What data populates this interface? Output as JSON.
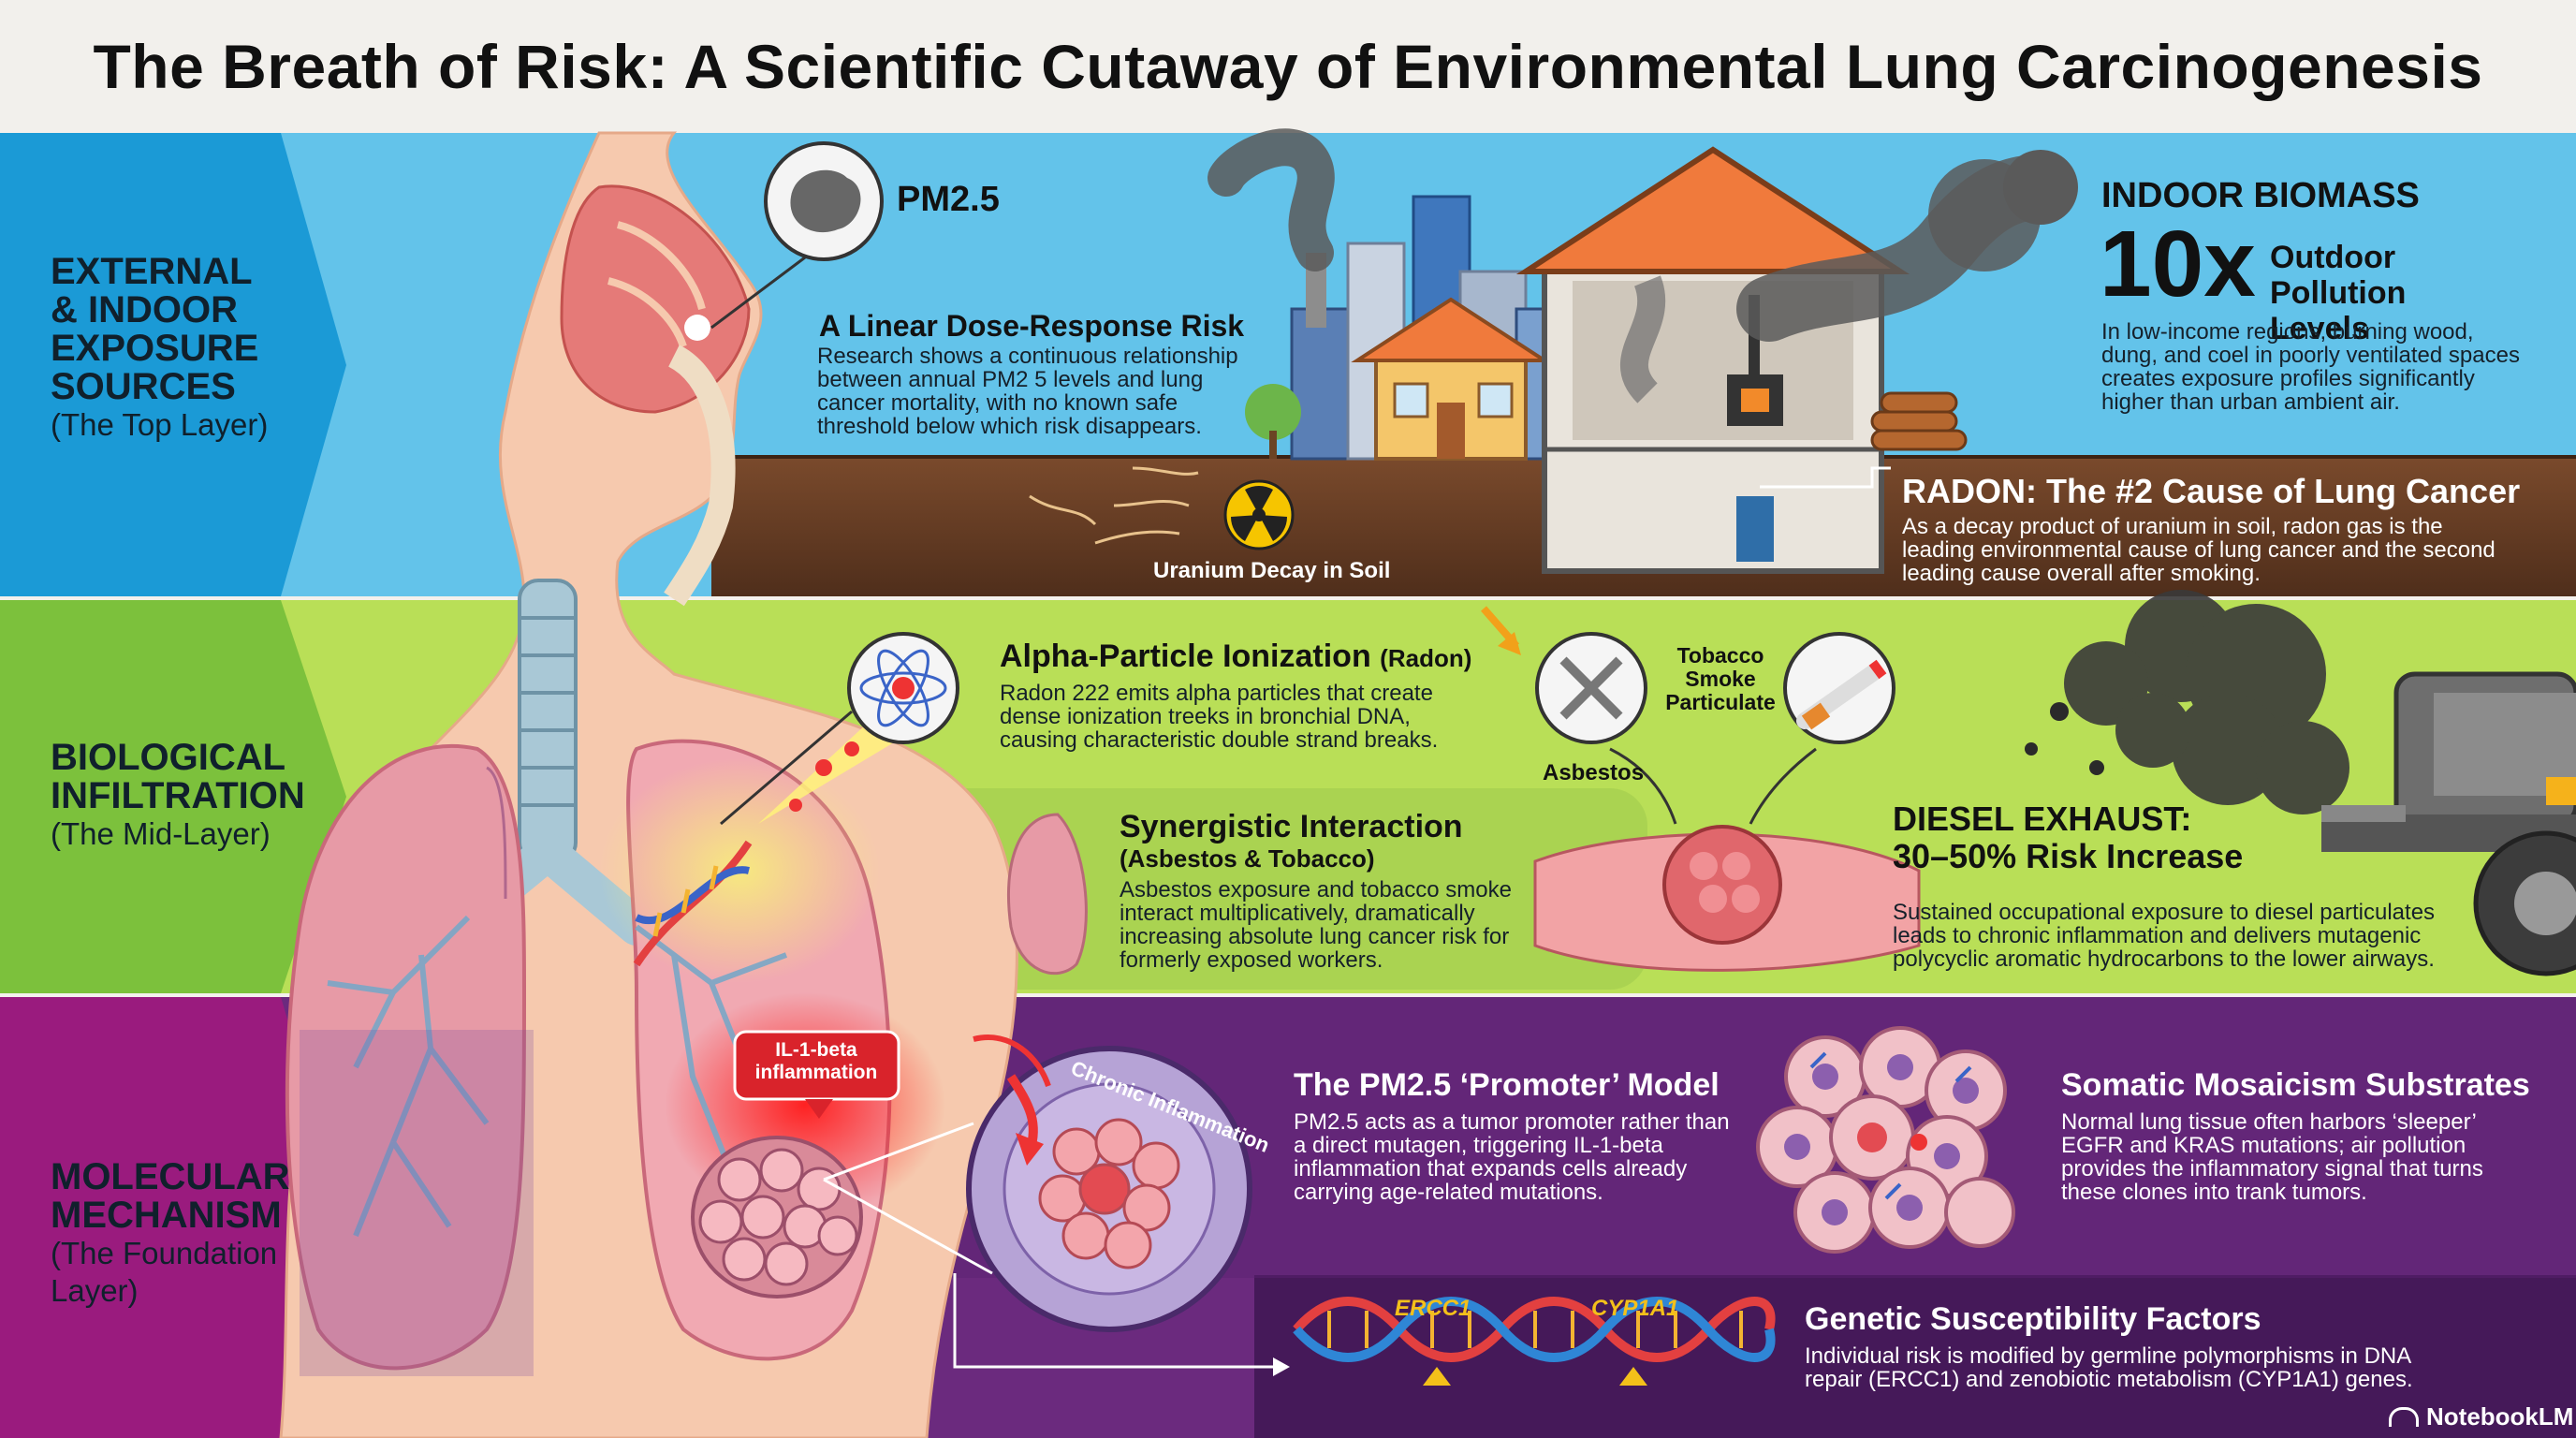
{
  "title": "The Breath of Risk: A Scientific Cutaway of Environmental Lung Carcinogenesis",
  "layers": {
    "top": {
      "label": "EXTERNAL & INDOOR EXPOSURE SOURCES",
      "sublabel": "(The Top Layer)"
    },
    "mid": {
      "label": "BIOLOGICAL INFILTRATION",
      "sublabel": "(The Mid-Layer)"
    },
    "foundation": {
      "label": "MOLECULAR MECHANISM",
      "sublabel": "(The Foundation Layer)"
    }
  },
  "pm25": {
    "tag": "PM2.5",
    "heading": "A Linear Dose-Response Risk",
    "body": "Research shows a continuous relationship between annual PM2 5 levels and lung cancer mortality, with no known safe threshold below which risk disappears."
  },
  "uranium_label": "Uranium Decay in Soil",
  "biomass": {
    "heading": "INDOOR BIOMASS",
    "big": "10x",
    "big_label": "Outdoor Pollution Levels",
    "body": "In low-income regions, burning wood, dung, and coel in poorly ventilated spaces creates exposure profiles significantly higher than urban ambient air."
  },
  "radon": {
    "heading": "RADON: The #2 Cause of Lung Cancer",
    "body": "As a decay product of uranium in soil, radon gas is the leading environmental cause of lung cancer and the second leading cause overall after smoking."
  },
  "alpha": {
    "heading": "Alpha-Particle Ionization",
    "heading_suffix": "(Radon)",
    "body": "Radon 222 emits alpha particles that create dense ionization treeks in bronchial DNA, causing characteristic double strand breaks."
  },
  "asbestos_label": "Asbestos",
  "tobacco_label": "Tobacco Smoke Particulate",
  "synergy": {
    "heading": "Synergistic Interaction",
    "subheading": "(Asbestos & Tobacco)",
    "body": "Asbestos exposure and tobacco smoke interact multiplicatively, dramatically increasing absolute lung cancer risk for formerly exposed workers."
  },
  "diesel": {
    "heading": "DIESEL EXHAUST:",
    "heading2": "30–50% Risk Increase",
    "body": "Sustained occupational exposure to diesel particulates leads to chronic inflammation and delivers mutagenic polycyclic aromatic hydrocarbons to the lower airways."
  },
  "il1_label": "IL-1-beta inflammation",
  "chronic_label": "Chronic Inflammation",
  "promoter": {
    "heading": "The PM2.5 ‘Promoter’ Model",
    "body": "PM2.5 acts as a tumor promoter rather than a direct mutagen, triggering IL-1-beta inflammation that expands cells already carrying age-related mutations."
  },
  "mosaicism": {
    "heading": "Somatic Mosaicism Substrates",
    "body": "Normal lung tissue often harbors ‘sleeper’ EGFR and KRAS mutations; air pollution provides the inflammatory signal that turns these clones into trank tumors."
  },
  "genetic": {
    "gene1": "ERCC1",
    "gene2": "CYP1A1",
    "heading": "Genetic Susceptibility Factors",
    "body": "Individual risk is modified by germline polymorphisms in DNA repair (ERCC1) and zenobiotic metabolism (CYP1A1) genes."
  },
  "brand": "NotebookLM",
  "colors": {
    "top_band": "#63c3ea",
    "mid_band": "#b9df57",
    "bottom_band": "#6b2a7e",
    "roof": "#f07a3c",
    "inflammation": "#d9232b"
  }
}
